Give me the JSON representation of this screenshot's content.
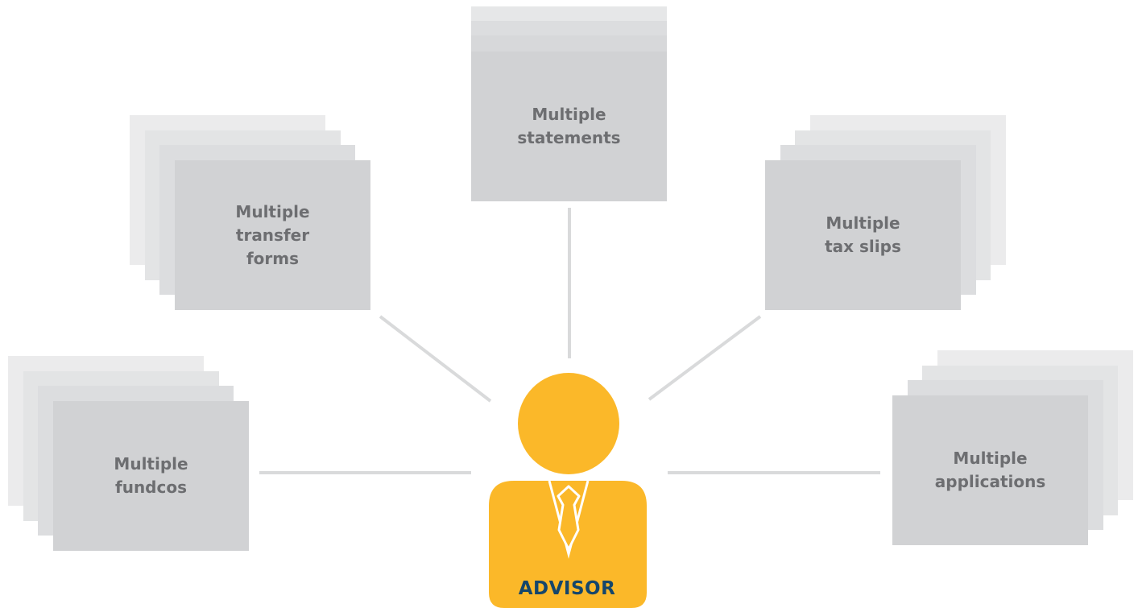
{
  "nodes": {
    "statements": "Multiple\nstatements",
    "transfer_forms": "Multiple\ntransfer\nforms",
    "tax_slips": "Multiple\ntax slips",
    "fundcos": "Multiple\nfundcos",
    "applications": "Multiple\napplications"
  },
  "center": {
    "label": "ADVISOR"
  },
  "colors": {
    "page_front": "#d1d2d4",
    "page_back": "#e6e7e8",
    "page_text": "#6d6e71",
    "connector": "#d9dadb",
    "advisor": "#fbb829",
    "advisor_tie_outline": "#ffffff",
    "advisor_label": "#15466b"
  }
}
